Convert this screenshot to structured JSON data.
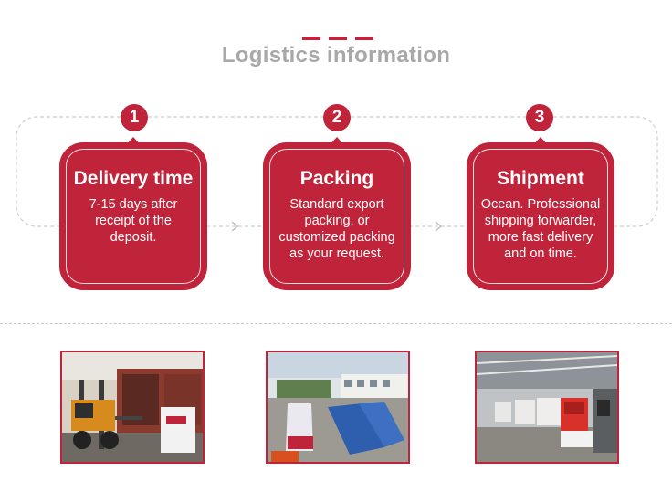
{
  "header": {
    "title": "Logistics information"
  },
  "steps": [
    {
      "number": "1",
      "title": "Delivery time",
      "text": "7-15 days after receipt of the deposit."
    },
    {
      "number": "2",
      "title": "Packing",
      "text": "Standard export packing, or customized packing as your request."
    },
    {
      "number": "3",
      "title": "Shipment",
      "text": "Ocean. Professional shipping forwarder, more fast delivery and on time."
    }
  ],
  "colors": {
    "accent": "#c0243a",
    "title_gray": "#a8a8a8",
    "dash_gray": "#c8c8c8"
  },
  "photos": [
    {
      "depicts": "forklift-loading-truck"
    },
    {
      "depicts": "shipping-containers-port"
    },
    {
      "depicts": "factory-machines"
    }
  ]
}
